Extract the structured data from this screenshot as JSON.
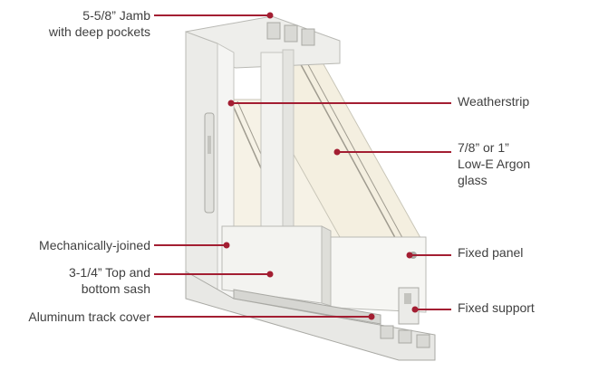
{
  "colors": {
    "leader": "#a31e32",
    "frame": "#f1f1ef",
    "frame_shade": "#d9d9d5",
    "frame_dark": "#b9b9b4",
    "glass": "#f3eee0",
    "glass_edge": "#c9c6b8",
    "text": "#404040"
  },
  "callouts": {
    "jamb": {
      "line1": "5-5/8” Jamb",
      "line2": "with deep pockets"
    },
    "weatherstrip": {
      "line1": "Weatherstrip"
    },
    "glass": {
      "line1": "7/8” or 1”",
      "line2": "Low-E Argon",
      "line3": "glass"
    },
    "joined": {
      "line1": "Mechanically-joined"
    },
    "sash": {
      "line1": "3-1/4” Top and",
      "line2": "bottom sash"
    },
    "track": {
      "line1": "Aluminum track cover"
    },
    "panel": {
      "line1": "Fixed panel"
    },
    "support": {
      "line1": "Fixed support"
    }
  }
}
